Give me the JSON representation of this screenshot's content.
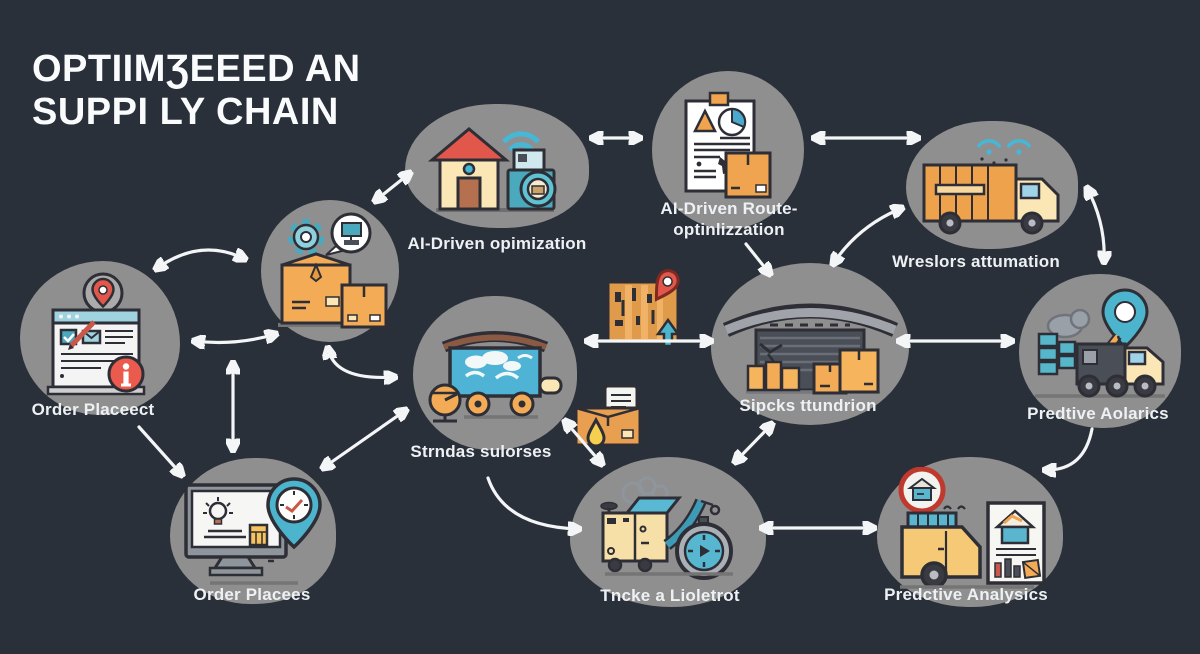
{
  "title": {
    "line1": "OPTIIMƷEEED AN",
    "line2": "SUPPI LY CHAIN"
  },
  "colors": {
    "background": "#293039",
    "node": "#8f8f8f",
    "label": "#eef1f4",
    "arrow": "#f3f5f7",
    "accent_red": "#e2574b",
    "accent_teal": "#4db4ce",
    "accent_orange": "#f0a44f",
    "accent_cream": "#fbe7b5",
    "outline": "#2e2e36"
  },
  "nodes": {
    "ai_optimization": {
      "label": "AI-Driven opimization"
    },
    "route_optimization": {
      "label_line1": "AI-Driven Route-",
      "label_line2": "optinlizzation"
    },
    "warehouse_automation": {
      "label": "Wreslors attumation"
    },
    "order_placed_top": {
      "label": "Order Placeect"
    },
    "packages": {
      "label": ""
    },
    "smart_sensors": {
      "label": "Strndas sulorses"
    },
    "stock_monitoring": {
      "label": "Sipcks ttundrion"
    },
    "predictive_logistics": {
      "label": "Predtive Aolarics"
    },
    "order_placed_bottom": {
      "label": "Order Placees"
    },
    "delivery_tracking": {
      "label": "Tncke a Lioletrot"
    },
    "predictive_analytics": {
      "label": "Predctive Analysics"
    }
  }
}
